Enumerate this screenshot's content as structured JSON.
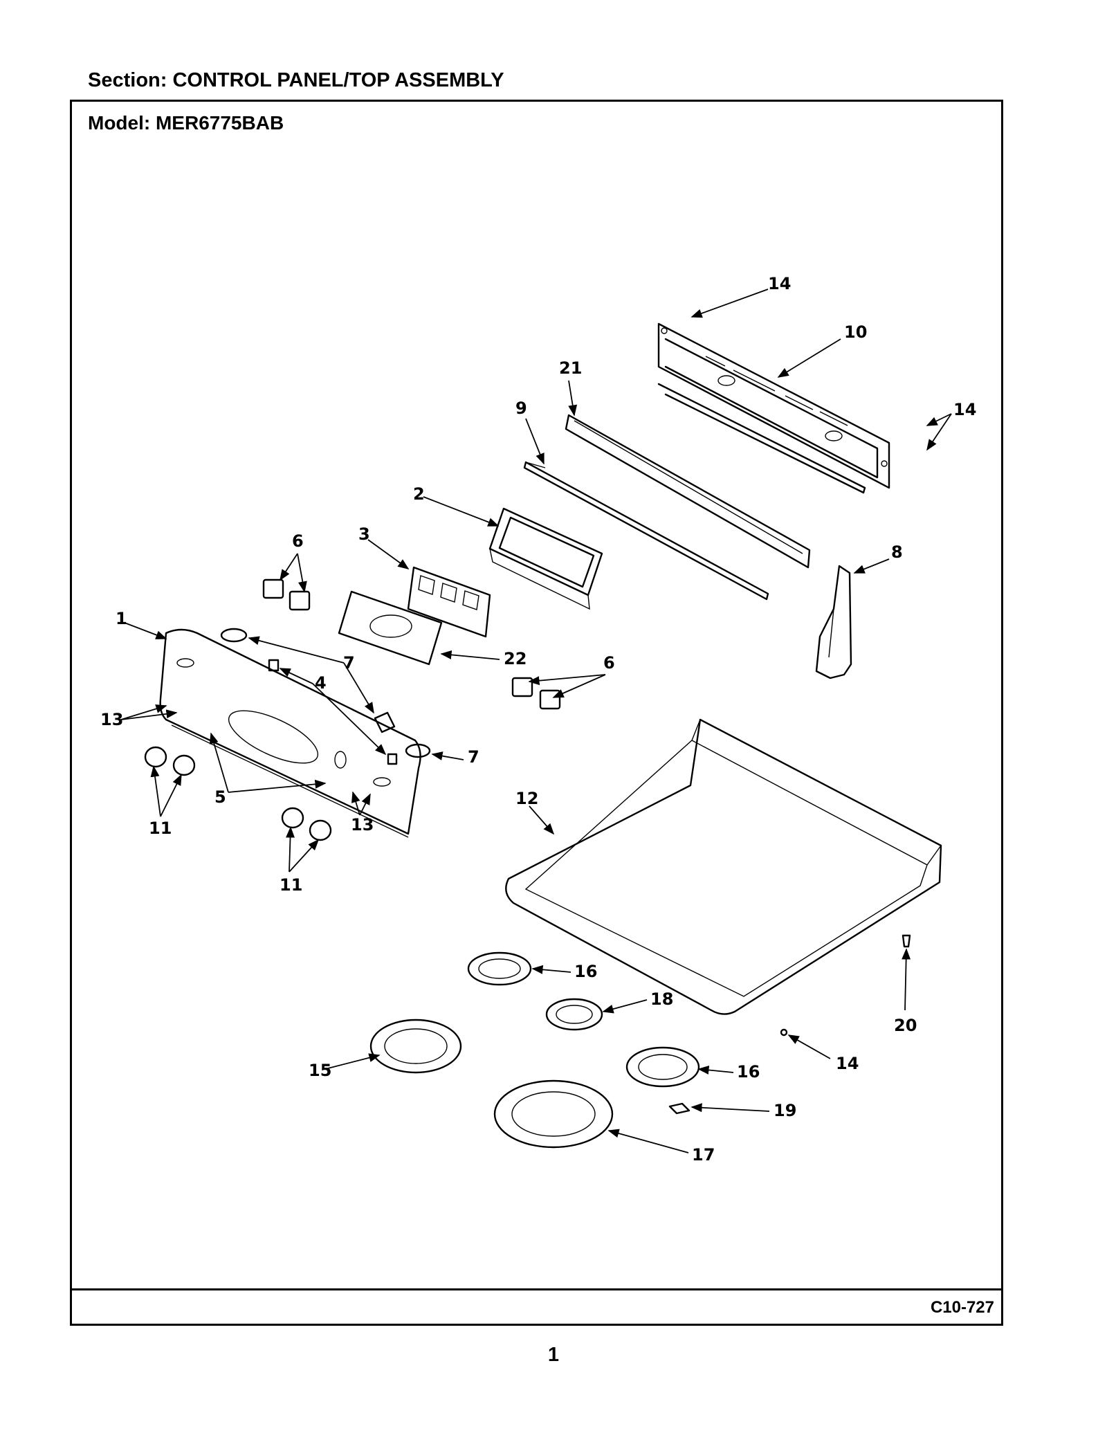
{
  "header": {
    "section": "Section:  CONTROL PANEL/TOP ASSEMBLY",
    "model": "Model:  MER6775BAB"
  },
  "footer": {
    "diagram_code": "C10-727",
    "page_number": "1"
  },
  "callouts": {
    "p1": "1",
    "p2": "2",
    "p3": "3",
    "p4": "4",
    "p5": "5",
    "p6a": "6",
    "p6b": "6",
    "p7a": "7",
    "p7b": "7",
    "p8": "8",
    "p9": "9",
    "p10": "10",
    "p11a": "11",
    "p11b": "11",
    "p12": "12",
    "p13a": "13",
    "p13b": "13",
    "p14a": "14",
    "p14b": "14",
    "p14c": "14",
    "p15": "15",
    "p16a": "16",
    "p16b": "16",
    "p17": "17",
    "p18": "18",
    "p19": "19",
    "p20": "20",
    "p21": "21",
    "p22": "22"
  }
}
